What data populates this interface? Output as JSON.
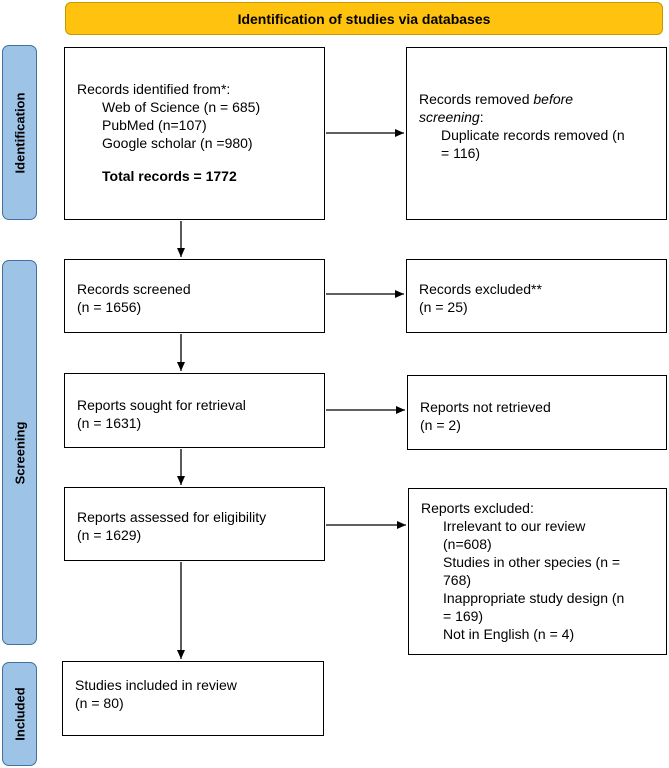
{
  "header": {
    "title": "Identification of studies via databases"
  },
  "phases": {
    "identification": "Identification",
    "screening": "Screening",
    "included": "Included"
  },
  "identified": {
    "intro": "Records identified from*:",
    "sources": [
      "Web of Science (n = 685)",
      "PubMed (n=107)",
      "Google scholar (n =980)"
    ],
    "total": "Total records = 1772"
  },
  "removed": {
    "text_before": "Records removed ",
    "text_italic": "before screening",
    "text_after": ":",
    "detail_line1": "Duplicate records removed (n",
    "detail_line2": "= 116)"
  },
  "screened": {
    "label": "Records screened",
    "count": "(n = 1656)"
  },
  "excluded": {
    "label": "Records excluded**",
    "count": "(n = 25)"
  },
  "sought": {
    "label": "Reports sought for retrieval",
    "count": "(n = 1631)"
  },
  "not_retrieved": {
    "label": "Reports not retrieved",
    "count": "(n = 2)"
  },
  "assessed": {
    "label": "Reports assessed for eligibility",
    "count": "(n = 1629)"
  },
  "reports_excluded": {
    "label": "Reports excluded:",
    "lines": [
      "Irrelevant to our review",
      "(n=608)",
      "Studies in other species (n =",
      "768)",
      "Inappropriate study design (n",
      "= 169)",
      "Not in English (n = 4)"
    ]
  },
  "included": {
    "label": "Studies included in review",
    "count": "(n = 80)"
  },
  "colors": {
    "header": "#ffc20e",
    "phase": "#9dc3e6",
    "phase_border": "#41719c"
  }
}
